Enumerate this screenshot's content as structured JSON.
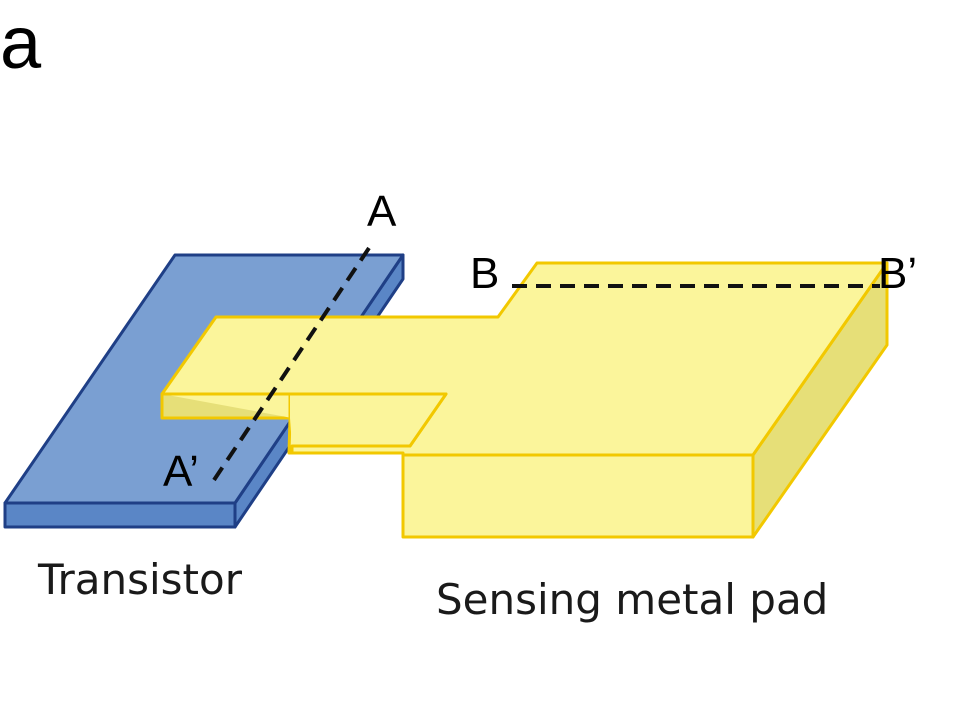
{
  "panel_label": "a",
  "points": {
    "a": "A",
    "a_prime": "A’",
    "b": "B",
    "b_prime": "B’"
  },
  "captions": {
    "transistor": "Transistor",
    "pad": "Sensing metal pad"
  },
  "colors": {
    "transistor_fill": "#7a9fd2",
    "transistor_side": "#5a86c6",
    "transistor_edge": "#1f3f86",
    "metal_fill": "#fbf59b",
    "metal_side": "#e6df78",
    "metal_edge": "#f2c800",
    "cut_line": "#111111"
  }
}
